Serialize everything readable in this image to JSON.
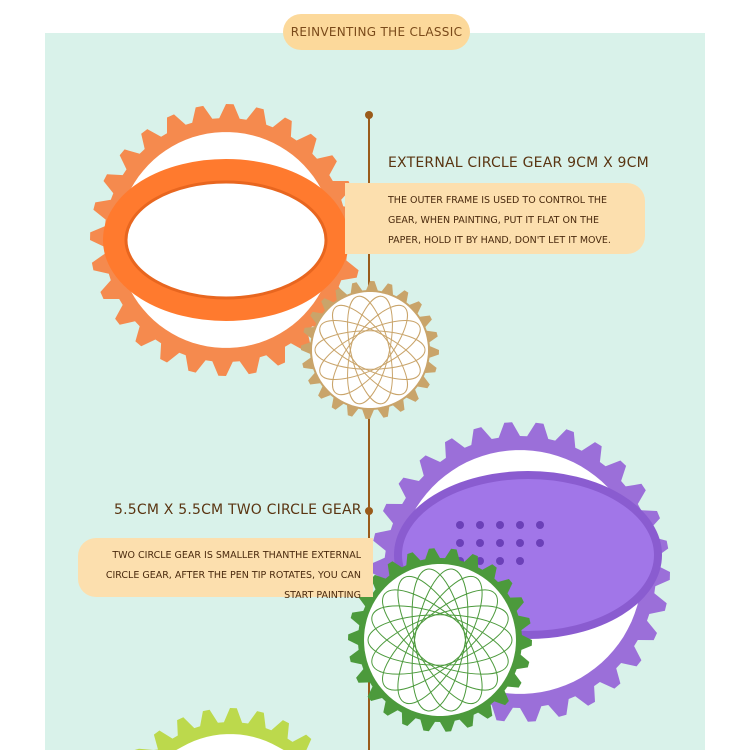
{
  "header": {
    "badge": "REINVENTING THE CLASSIC"
  },
  "sections": [
    {
      "title": "EXTERNAL CIRCLE GEAR 9CM X 9CM",
      "description": "THE OUTER FRAME IS USED TO CONTROL THE GEAR, WHEN PAINTING, PUT IT FLAT ON THE PAPER, HOLD IT BY HAND, DON'T LET IT MOVE."
    },
    {
      "title": "5.5CM X 5.5CM  TWO CIRCLE GEAR",
      "description": "TWO CIRCLE GEAR IS SMALLER THANTHE EXTERNAL CIRCLE GEAR, AFTER THE PEN TIP ROTATES, YOU CAN START PAINTING"
    }
  ],
  "colors": {
    "background": "#d9f2ea",
    "badge": "#fcd99b",
    "timeline": "#9a5b1a",
    "orange": "#f58a4e",
    "tan": "#c9a46a",
    "purple": "#9b6fd9",
    "green": "#4c9a3c",
    "lime": "#bcd94c"
  }
}
